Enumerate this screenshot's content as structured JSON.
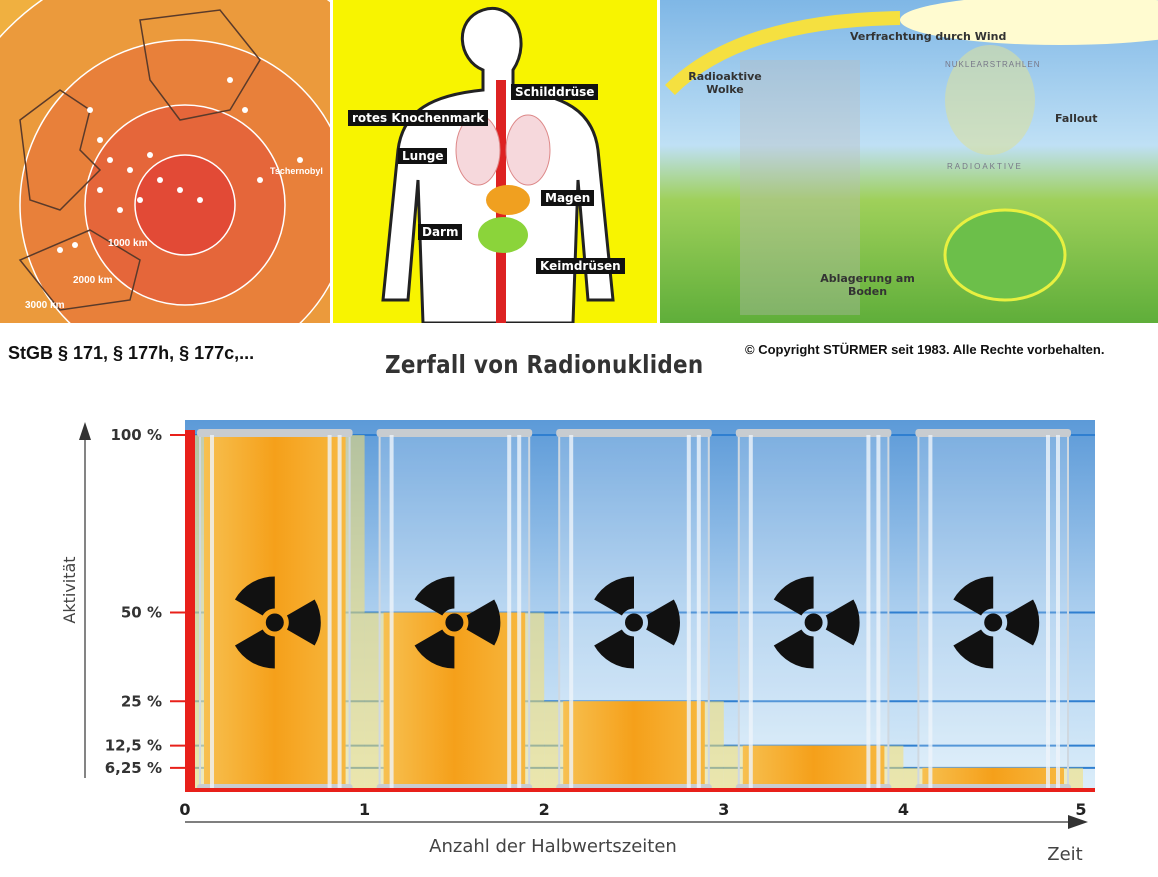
{
  "map_panel": {
    "labels": [
      "1000 km",
      "2000 km",
      "3000 km",
      "Tschernobyl"
    ]
  },
  "body_panel": {
    "labels": [
      "Schilddrüse",
      "rotes Knochenmark",
      "Lunge",
      "Magen",
      "Darm",
      "Keimdrüsen"
    ]
  },
  "fallout_panel": {
    "labels": [
      "Verfrachtung durch Wind",
      "Radioaktive Wolke",
      "Fallout",
      "Ablagerung am Boden",
      "NUKLEARSTRAHLEN",
      "RADIOAKTIVE"
    ]
  },
  "caption_left": "StGB § 171, § 177h, § 177c,...",
  "copyright": "© Copyright STÜRMER seit 1983. Alle Rechte vorbehalten.",
  "colors": {
    "accent_red": "#e8201a",
    "barrel_fill": "#f4a21a",
    "sky": "#6fa8dc"
  },
  "chart_data": {
    "type": "bar",
    "title": "Zerfall von Radionukliden",
    "xlabel": "Anzahl der Halbwertszeiten",
    "x_arrow_label": "Zeit",
    "ylabel": "Aktivität",
    "x_ticks": [
      "0",
      "1",
      "2",
      "3",
      "4",
      "5"
    ],
    "y_ticks": [
      {
        "value": 100,
        "label": "100 %"
      },
      {
        "value": 50,
        "label": "50 %"
      },
      {
        "value": 25,
        "label": "25 %"
      },
      {
        "value": 12.5,
        "label": "12,5 %"
      },
      {
        "value": 6.25,
        "label": "6,25 %"
      }
    ],
    "categories": [
      "0-1",
      "1-2",
      "2-3",
      "3-4",
      "4-5"
    ],
    "values": [
      100,
      50,
      25,
      12.5,
      6.25
    ],
    "ylim": [
      0,
      100
    ],
    "xlim": [
      0,
      5
    ]
  }
}
